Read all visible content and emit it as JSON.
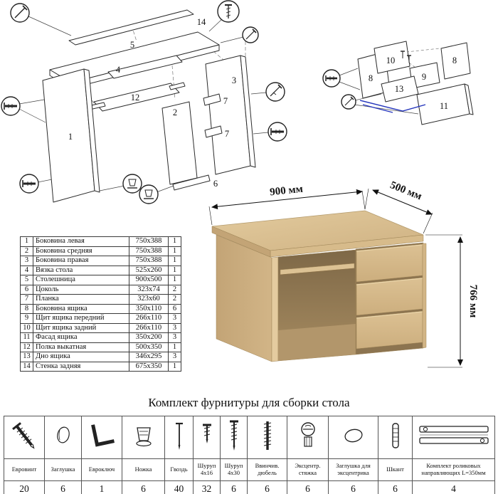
{
  "parts": {
    "rows": [
      {
        "num": "1",
        "name": "Боковина левая",
        "size": "750x388",
        "qty": "1"
      },
      {
        "num": "2",
        "name": "Боковина средняя",
        "size": "750x388",
        "qty": "1"
      },
      {
        "num": "3",
        "name": "Боковина правая",
        "size": "750x388",
        "qty": "1"
      },
      {
        "num": "4",
        "name": "Вязка стола",
        "size": "525x260",
        "qty": "1"
      },
      {
        "num": "5",
        "name": "Столешница",
        "size": "900x500",
        "qty": "1"
      },
      {
        "num": "6",
        "name": "Цоколь",
        "size": "323x74",
        "qty": "2"
      },
      {
        "num": "7",
        "name": "Планка",
        "size": "323x60",
        "qty": "2"
      },
      {
        "num": "8",
        "name": "Боковина ящика",
        "size": "350x110",
        "qty": "6"
      },
      {
        "num": "9",
        "name": "Щит ящика передний",
        "size": "266x110",
        "qty": "3"
      },
      {
        "num": "10",
        "name": "Щит ящика задний",
        "size": "266x110",
        "qty": "3"
      },
      {
        "num": "11",
        "name": "Фасад ящика",
        "size": "350x200",
        "qty": "3"
      },
      {
        "num": "12",
        "name": "Полка выкатная",
        "size": "500x350",
        "qty": "1"
      },
      {
        "num": "13",
        "name": "Дно ящика",
        "size": "346x295",
        "qty": "3"
      },
      {
        "num": "14",
        "name": "Стенка задняя",
        "size": "675x350",
        "qty": "1"
      }
    ]
  },
  "desk": {
    "width_label": "900 мм",
    "depth_label": "500 мм",
    "height_label": "766 мм",
    "wood_color": "#d5b98b"
  },
  "diagram": {
    "main_labels": {
      "p1": "1",
      "p2": "2",
      "p3": "3",
      "p4": "4",
      "p5": "5",
      "p6": "6",
      "p7a": "7",
      "p7b": "7",
      "p12": "12",
      "p14": "14"
    },
    "drawer_labels": {
      "p8a": "8",
      "p8b": "8",
      "p9": "9",
      "p10": "10",
      "p11": "11",
      "p13": "13"
    }
  },
  "hardware": {
    "title": "Комплект фурнитуры для сборки стола",
    "items": [
      {
        "name": "Евровинт",
        "qty": "20",
        "icon": "euroscrew-icon"
      },
      {
        "name": "Заглушка",
        "qty": "6",
        "icon": "plug-icon"
      },
      {
        "name": "Евроключ",
        "qty": "1",
        "icon": "hexkey-icon"
      },
      {
        "name": "Ножка",
        "qty": "6",
        "icon": "foot-icon"
      },
      {
        "name": "Гвоздь",
        "qty": "40",
        "icon": "nail-icon"
      },
      {
        "name": "Шуруп 4х16",
        "qty": "32",
        "icon": "screw-short-icon"
      },
      {
        "name": "Шуруп 4х30",
        "qty": "6",
        "icon": "screw-long-icon"
      },
      {
        "name": "Ввинчив. дюбель",
        "qty": "6",
        "icon": "threaded-dowel-icon"
      },
      {
        "name": "Эксцентр. стяжка",
        "qty": "6",
        "icon": "cam-lock-icon"
      },
      {
        "name": "Заглушка для эксцентрика",
        "qty": "6",
        "icon": "cam-cap-icon"
      },
      {
        "name": "Шкант",
        "qty": "6",
        "icon": "dowel-icon"
      },
      {
        "name": "Комплект роликовых направляющих L=350мм",
        "qty": "4",
        "icon": "drawer-slide-icon"
      }
    ]
  }
}
